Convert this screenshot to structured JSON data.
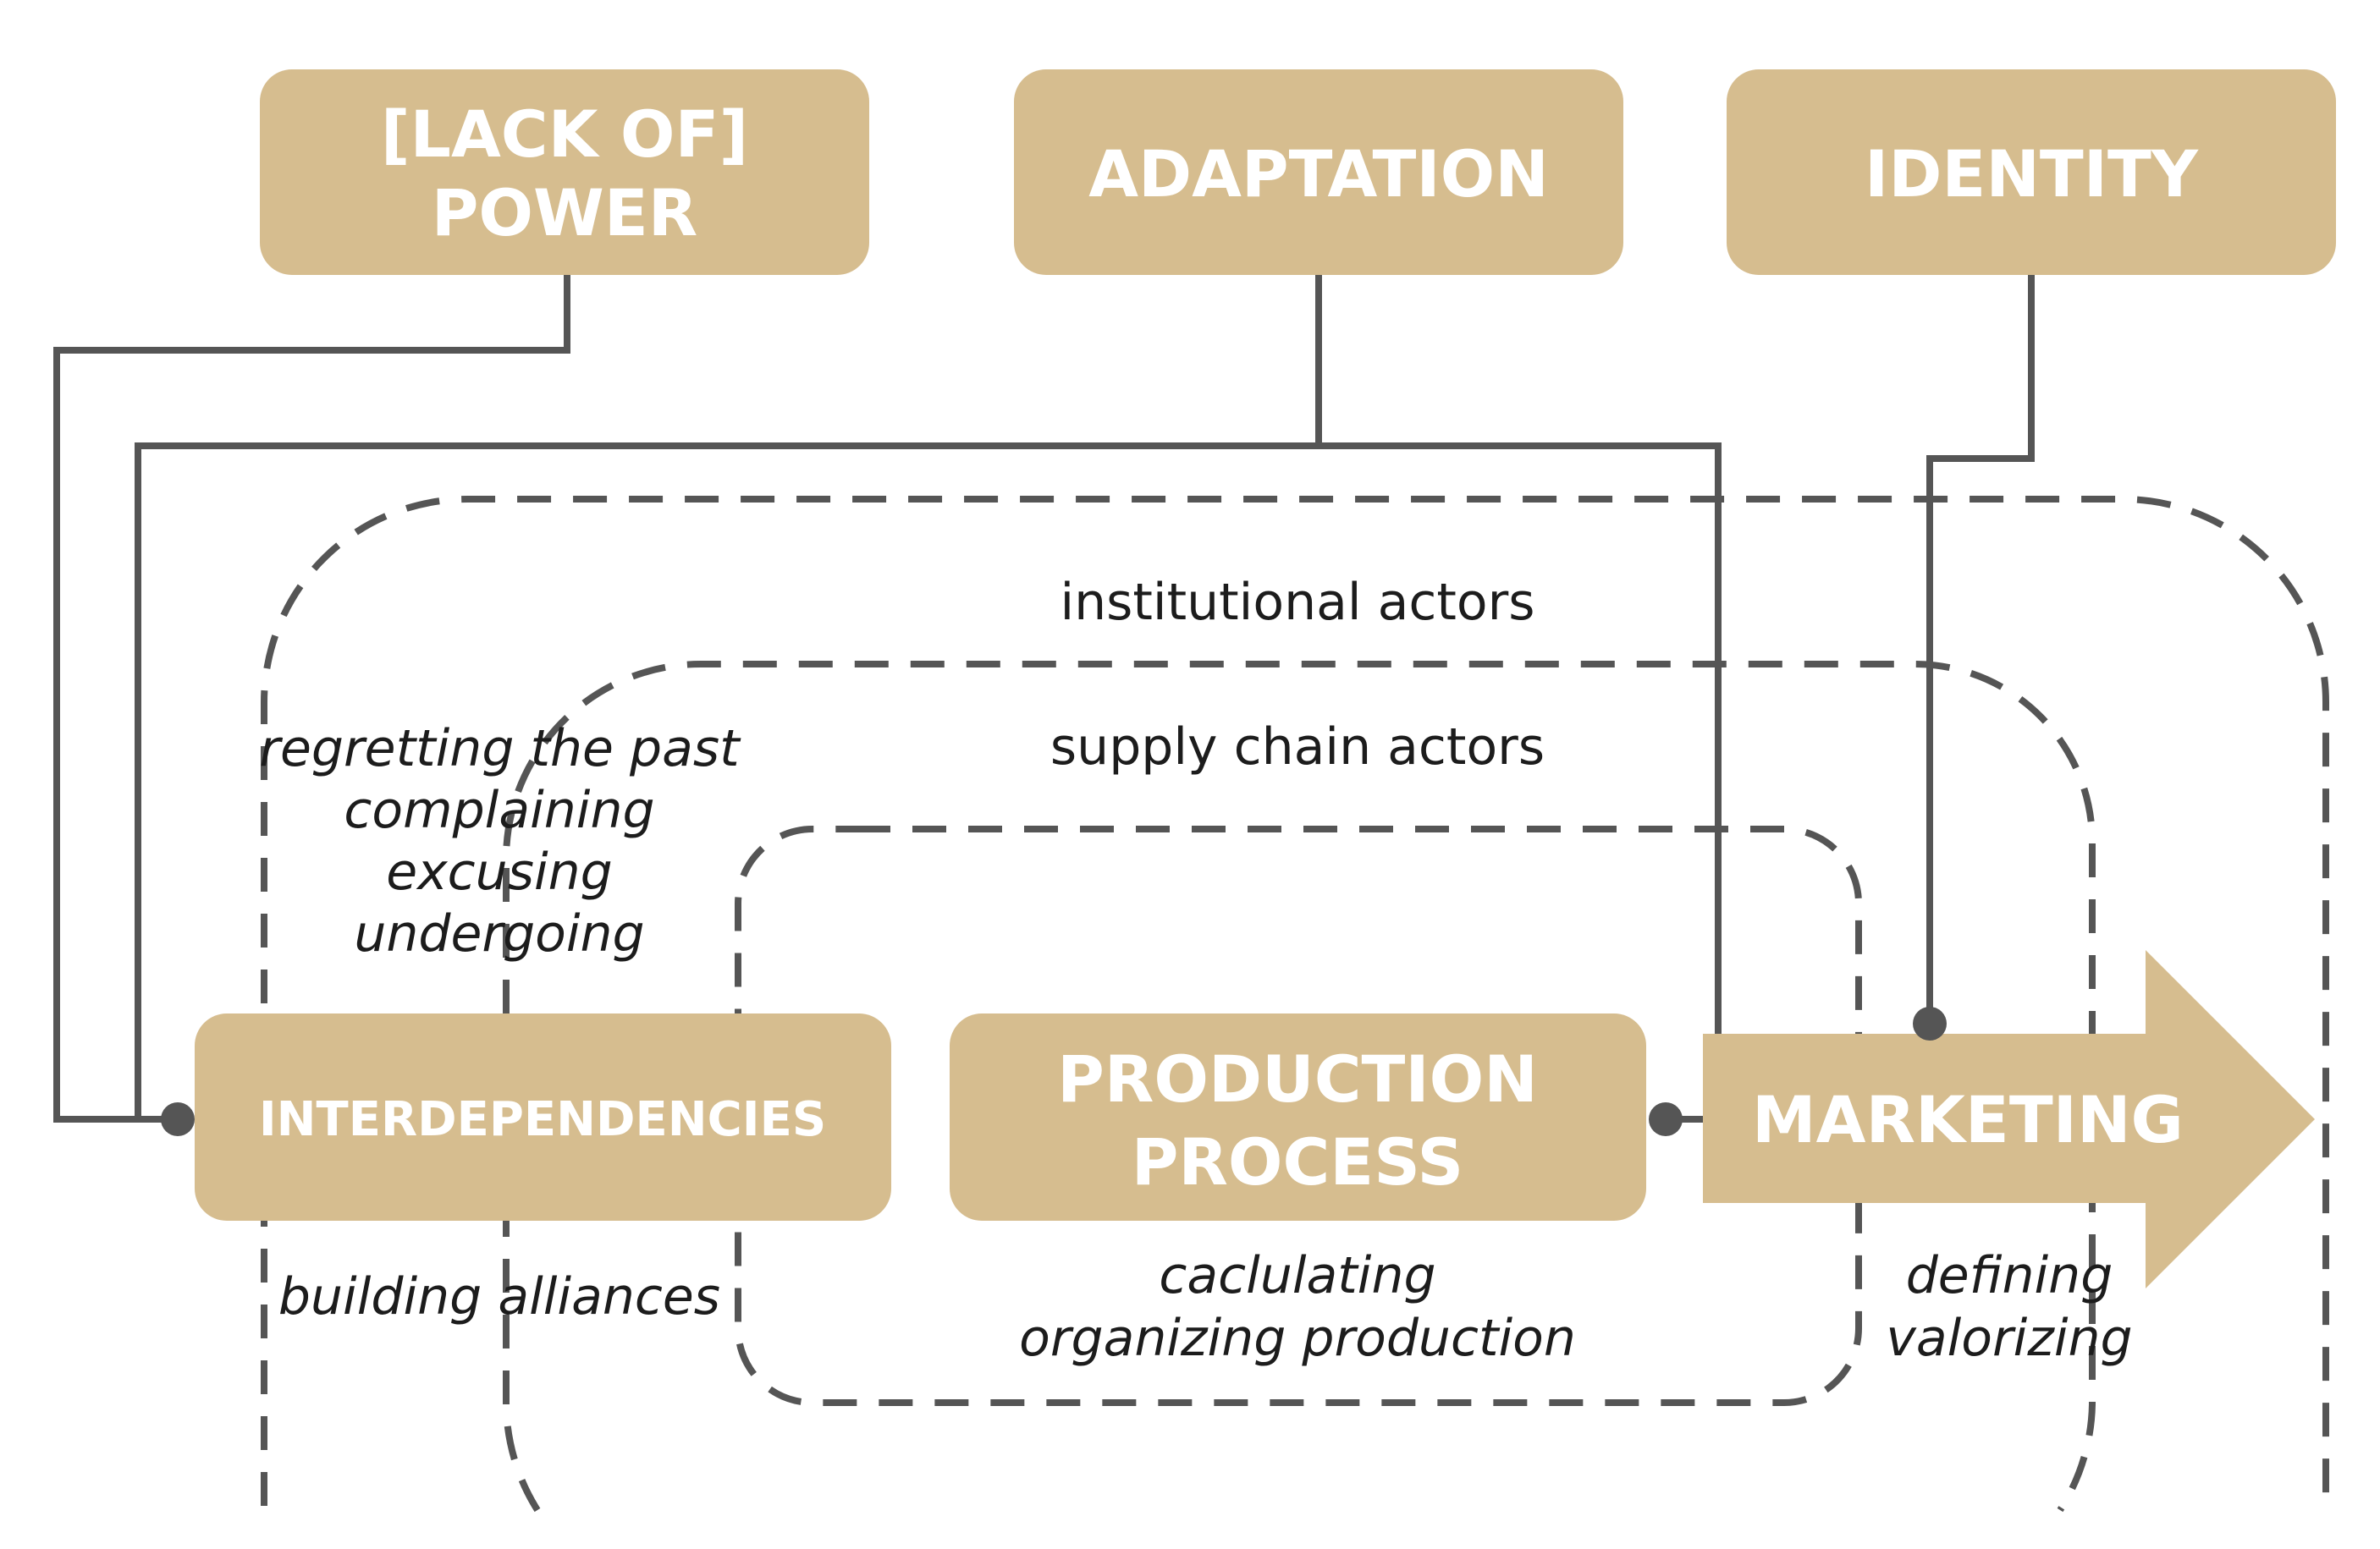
{
  "concepts": {
    "lack_of_power": [
      "[LACK OF]",
      "POWER"
    ],
    "adaptation": "ADAPTATION",
    "identity": "IDENTITY"
  },
  "stages": {
    "interdependencies": "INTERDEPENDENCIES",
    "production_process": [
      "PRODUCTION",
      "PROCESS"
    ],
    "marketing": "MARKETING"
  },
  "actor_layers": {
    "institutional": "institutional actors",
    "supply_chain": "supply chain actors"
  },
  "behaviours": {
    "upper_left": [
      "regretting the past",
      "complaining",
      "excusing",
      "undergoing"
    ],
    "under_interdependencies": "building alliances",
    "under_production": [
      "caclulating",
      "organizing production"
    ],
    "under_marketing": [
      "defining",
      "valorizing"
    ]
  },
  "colors": {
    "box_fill": "#d6bd8f",
    "box_text": "#ffffff",
    "line": "#555555",
    "label_text": "#1c1c1c"
  }
}
